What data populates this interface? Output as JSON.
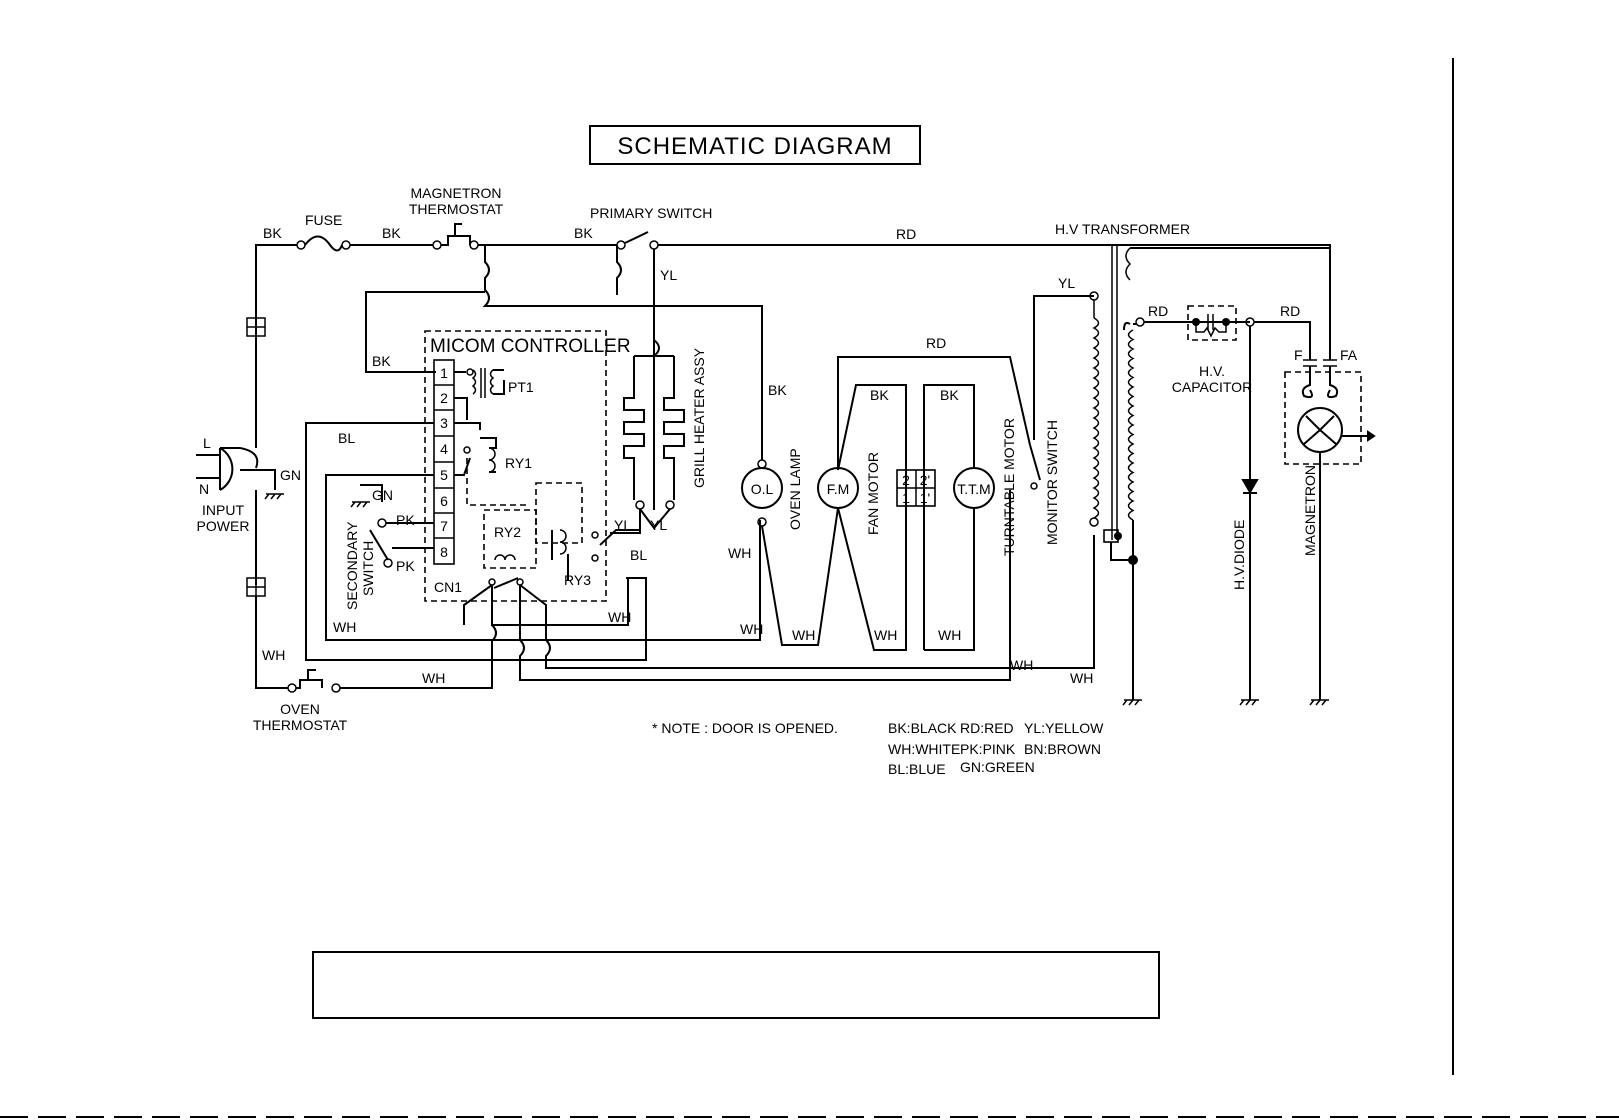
{
  "title": "SCHEMATIC DIAGRAM",
  "wire_codes": {
    "bk": "BK",
    "rd": "RD",
    "yl": "YL",
    "wh": "WH",
    "bl": "BL",
    "pk": "PK",
    "gn": "GN"
  },
  "components": {
    "fuse": "FUSE",
    "magnetron_thermostat": [
      "MAGNETRON",
      "THERMOSTAT"
    ],
    "primary_switch": "PRIMARY SWITCH",
    "hv_transformer": "H.V TRANSFORMER",
    "micom_controller": "MICOM CONTROLLER",
    "pt1": "PT1",
    "ry1": "RY1",
    "ry2": "RY2",
    "ry3": "RY3",
    "cn1": "CN1",
    "grill_heater": "GRILL HEATER ASSY",
    "oven_lamp": "OVEN LAMP",
    "oven_lamp_symbol": "O.L",
    "fan_motor": "FAN MOTOR",
    "fan_motor_symbol": "F.M",
    "turntable_motor": "TURNTABLE MOTOR",
    "turntable_motor_symbol": "T.T.M",
    "monitor_switch": "MONITOR SWITCH",
    "hv_capacitor": [
      "H.V.",
      "CAPACITOR"
    ],
    "hv_diode": "H.V.DIODE",
    "magnetron": "MAGNETRON",
    "magnetron_terminals": [
      "F",
      "FA"
    ],
    "input_power": [
      "INPUT",
      "POWER"
    ],
    "input_terminals": [
      "L",
      "N"
    ],
    "secondary_switch": [
      "SECONDARY",
      "SWITCH"
    ],
    "oven_thermostat": [
      "OVEN",
      "THERMOSTAT"
    ],
    "cn1_pins": [
      "1",
      "2",
      "3",
      "4",
      "5",
      "6",
      "7",
      "8"
    ],
    "motor_terminals": [
      "2",
      "2'",
      "1",
      "1'"
    ]
  },
  "note": "* NOTE : DOOR IS OPENED.",
  "legend": [
    [
      "BK:BLACK",
      "RD:RED",
      "YL:YELLOW"
    ],
    [
      "WH:WHITE",
      "PK:PINK",
      "BN:BROWN"
    ],
    [
      "BL:BLUE",
      "GN:GREEN",
      ""
    ]
  ],
  "footer_box_text": ""
}
